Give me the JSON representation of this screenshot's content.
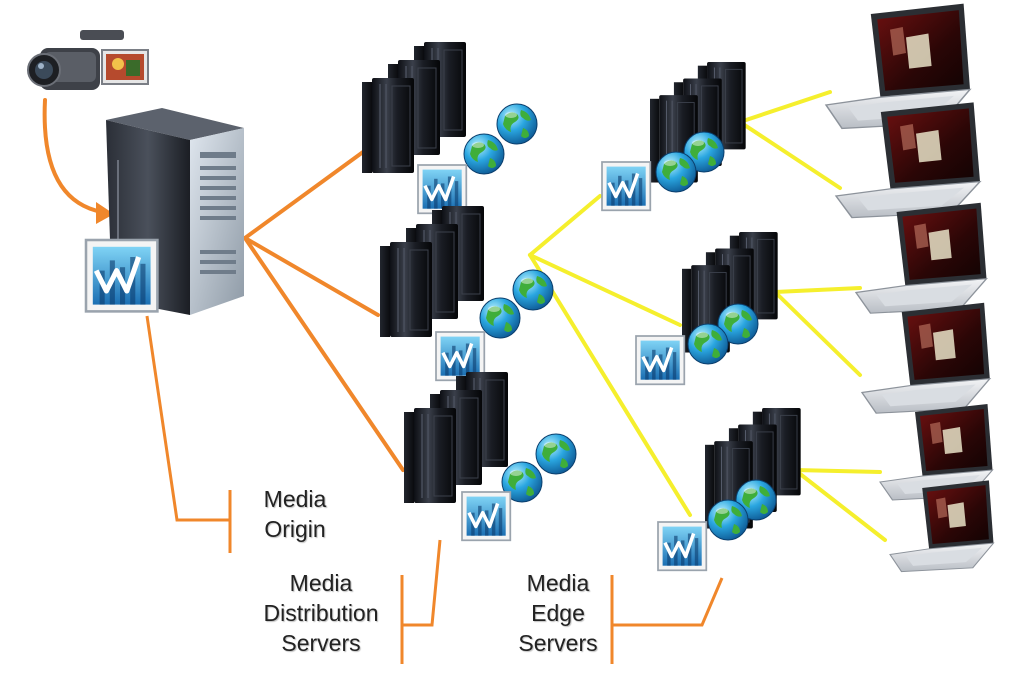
{
  "labels": {
    "media_origin": {
      "line1": "Media",
      "line2": "Origin"
    },
    "media_distribution": {
      "line1": "Media",
      "line2": "Distribution",
      "line3": "Servers"
    },
    "media_edge": {
      "line1": "Media",
      "line2": "Edge",
      "line3": "Servers"
    }
  },
  "colors": {
    "origin_links": "#f0872b",
    "edge_links": "#f5ef2d",
    "background": "#ffffff"
  },
  "icons": [
    "video-camera-icon",
    "origin-server-icon",
    "media-server-logo-icon",
    "server-rack-icon",
    "globe-icon",
    "laptop-icon"
  ]
}
